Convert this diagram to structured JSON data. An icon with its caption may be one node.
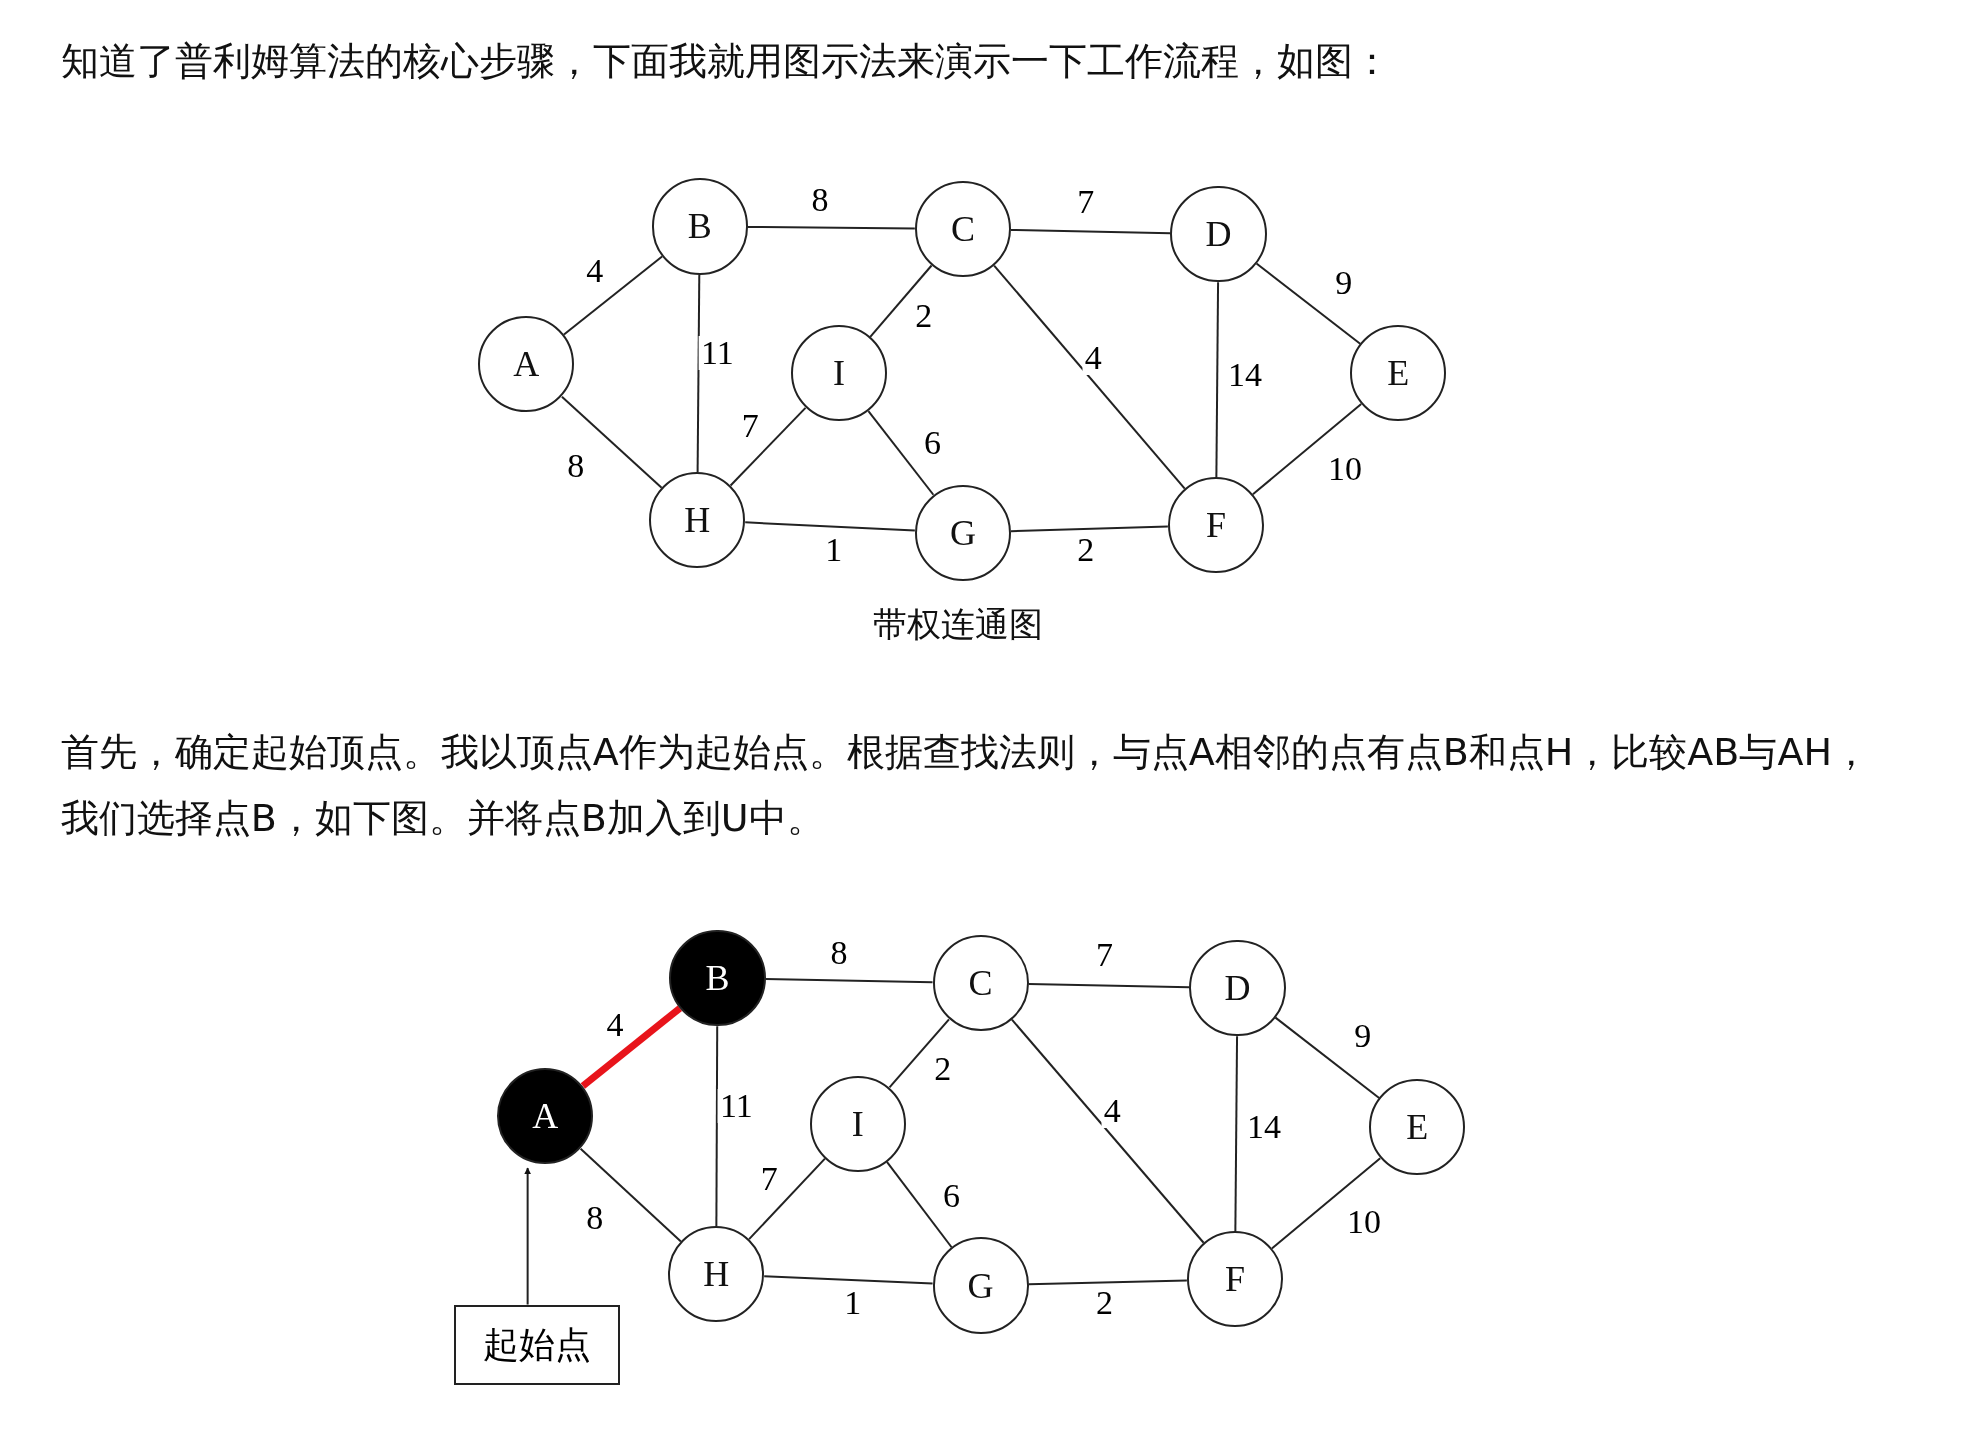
{
  "diagram": {
    "nodes": [
      {
        "text": [
          "A"
        ]
      },
      {
        "text": [
          "B"
        ]
      },
      {
        "text": [
          "C"
        ]
      },
      {
        "text": [
          "D"
        ]
      },
      {
        "text": [
          "E"
        ]
      },
      {
        "text": [
          "F"
        ]
      },
      {
        "text": [
          "G"
        ]
      },
      {
        "text": [
          "H"
        ]
      },
      {
        "text": [
          "I"
        ]
      },
      {
        "text": [
          "A"
        ]
      },
      {
        "text": [
          "B"
        ]
      },
      {
        "text": [
          "C"
        ]
      },
      {
        "text": [
          "D"
        ]
      },
      {
        "text": [
          "E"
        ]
      },
      {
        "text": [
          "F"
        ]
      },
      {
        "text": [
          "G"
        ]
      },
      {
        "text": [
          "H"
        ]
      },
      {
        "text": [
          "I"
        ]
      },
      {
        "text": [
          "起始点"
        ]
      }
    ],
    "edges": [
      {
        "from": 0,
        "to": 1,
        "arrow": "none",
        "label": "4"
      },
      {
        "from": 0,
        "to": 7,
        "arrow": "none",
        "label": "8"
      },
      {
        "from": 1,
        "to": 2,
        "arrow": "none",
        "label": "8"
      },
      {
        "from": 1,
        "to": 7,
        "arrow": "none",
        "label": "11"
      },
      {
        "from": 2,
        "to": 3,
        "arrow": "none",
        "label": "7"
      },
      {
        "from": 2,
        "to": 8,
        "arrow": "none",
        "label": "2"
      },
      {
        "from": 2,
        "to": 5,
        "arrow": "none",
        "label": "4"
      },
      {
        "from": 3,
        "to": 4,
        "arrow": "none",
        "label": "9"
      },
      {
        "from": 3,
        "to": 5,
        "arrow": "none",
        "label": "14"
      },
      {
        "from": 4,
        "to": 5,
        "arrow": "none",
        "label": "10"
      },
      {
        "from": 7,
        "to": 8,
        "arrow": "none",
        "label": "7"
      },
      {
        "from": 8,
        "to": 6,
        "arrow": "none",
        "label": "6"
      },
      {
        "from": 7,
        "to": 6,
        "arrow": "none",
        "label": "1"
      },
      {
        "from": 6,
        "to": 5,
        "arrow": "none",
        "label": "2"
      },
      {
        "from": 9,
        "to": 10,
        "arrow": "none",
        "label": "4",
        "style": "thick",
        "color": "#e8141b"
      },
      {
        "from": 9,
        "to": 16,
        "arrow": "none",
        "label": "8"
      },
      {
        "from": 10,
        "to": 11,
        "arrow": "none",
        "label": "8"
      },
      {
        "from": 10,
        "to": 16,
        "arrow": "none",
        "label": "11"
      },
      {
        "from": 11,
        "to": 12,
        "arrow": "none",
        "label": "7"
      },
      {
        "from": 11,
        "to": 17,
        "arrow": "none",
        "label": "2"
      },
      {
        "from": 11,
        "to": 14,
        "arrow": "none",
        "label": "4"
      },
      {
        "from": 12,
        "to": 13,
        "arrow": "none",
        "label": "9"
      },
      {
        "from": 12,
        "to": 14,
        "arrow": "none",
        "label": "14"
      },
      {
        "from": 13,
        "to": 14,
        "arrow": "none",
        "label": "10"
      },
      {
        "from": 16,
        "to": 17,
        "arrow": "none",
        "label": "7"
      },
      {
        "from": 17,
        "to": 15,
        "arrow": "none",
        "label": "6"
      },
      {
        "from": 16,
        "to": 15,
        "arrow": "none",
        "label": "1"
      },
      {
        "from": 15,
        "to": 14,
        "arrow": "none",
        "label": "2"
      },
      {
        "from": 18,
        "to": 9,
        "arrow": "to"
      }
    ],
    "labels": [
      "知道了普利姆算法的核心步骤，下面我就用图示法来演示一下工作流程，如图：",
      "带权连通图",
      "首先，确定起始顶点。我以顶点A作为起始点。根据查找法则，与点A相邻的点有点B和点H，比较AB与AH，我们选择点B，如下图。并将点B加入到U中。"
    ]
  }
}
